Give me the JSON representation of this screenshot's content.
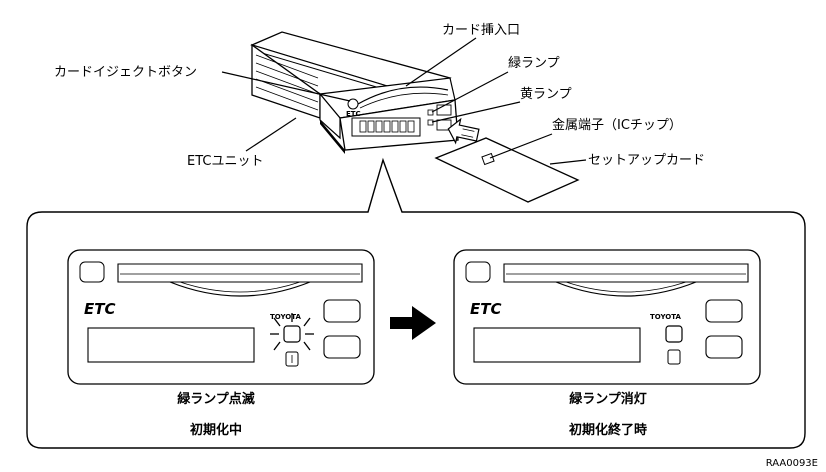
{
  "top_labels": {
    "card_slot": "カード挿入口",
    "eject_button": "カードイジェクトボタン",
    "green_lamp": "緑ランプ",
    "yellow_lamp": "黄ランプ",
    "ic_terminal": "金属端子（ICチップ）",
    "etc_unit": "ETCユニット",
    "setup_card": "セットアップカード"
  },
  "device_text": {
    "etc_logo": "ETC",
    "brand": "TOYOTA"
  },
  "panels": {
    "left": {
      "lamp_state": "緑ランプ点滅",
      "status": "初期化中"
    },
    "right": {
      "lamp_state": "緑ランプ消灯",
      "status": "初期化終了時"
    }
  },
  "figure_code": "RAA0093E"
}
